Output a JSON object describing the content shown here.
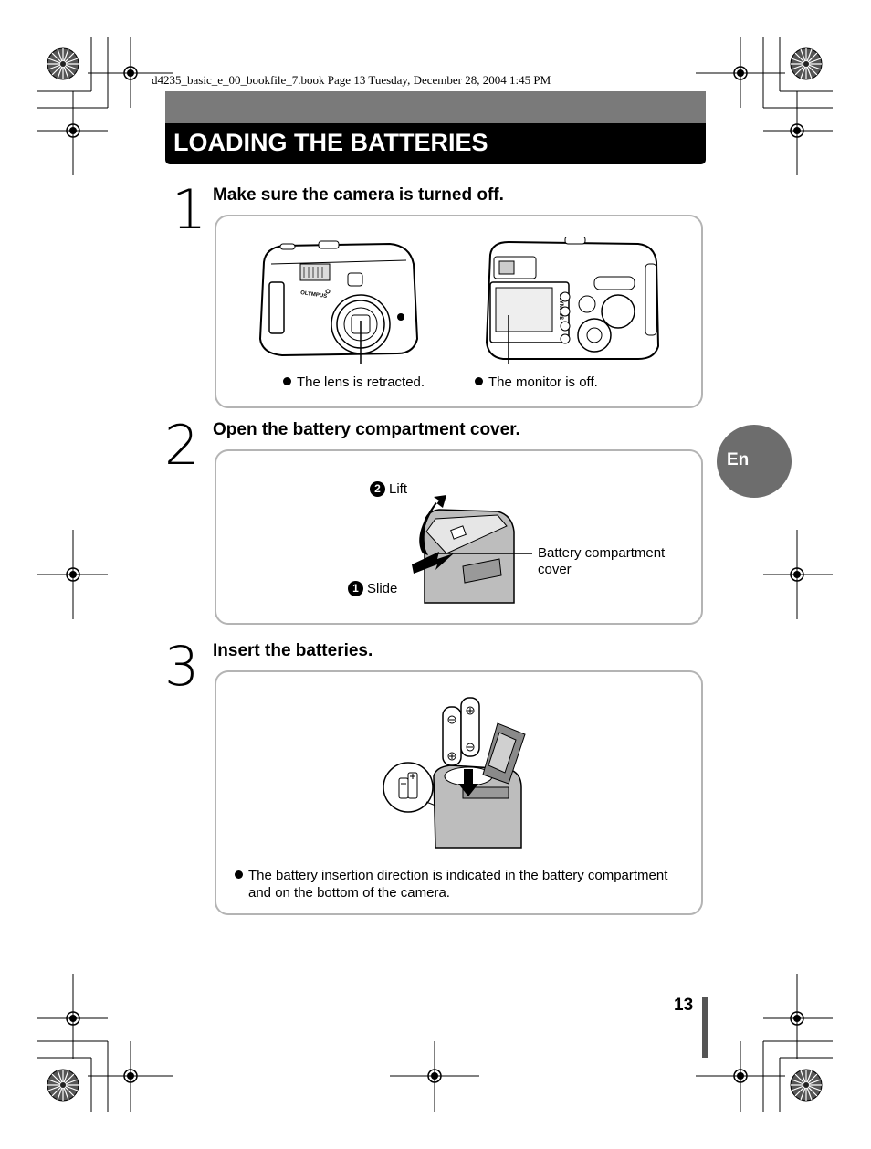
{
  "header": {
    "file_line": "d4235_basic_e_00_bookfile_7.book  Page 13  Tuesday, December 28, 2004  1:45 PM"
  },
  "title": "LOADING THE BATTERIES",
  "language_tab": "En",
  "steps": [
    {
      "number": "1",
      "heading": "Make sure the camera is turned off.",
      "captions": [
        "The lens is retracted.",
        "The monitor is off."
      ]
    },
    {
      "number": "2",
      "heading": "Open the battery compartment cover.",
      "labels": {
        "lift_num": "2",
        "lift": "Lift",
        "slide_num": "1",
        "slide": "Slide",
        "cover_line1": "Battery compartment",
        "cover_line2": "cover"
      }
    },
    {
      "number": "3",
      "heading": "Insert the batteries.",
      "note_line1": "The battery insertion direction is indicated in the battery compartment",
      "note_line2": "and on the bottom of the camera."
    }
  ],
  "camera_brand": "OLYMPUS",
  "page_number": "13"
}
